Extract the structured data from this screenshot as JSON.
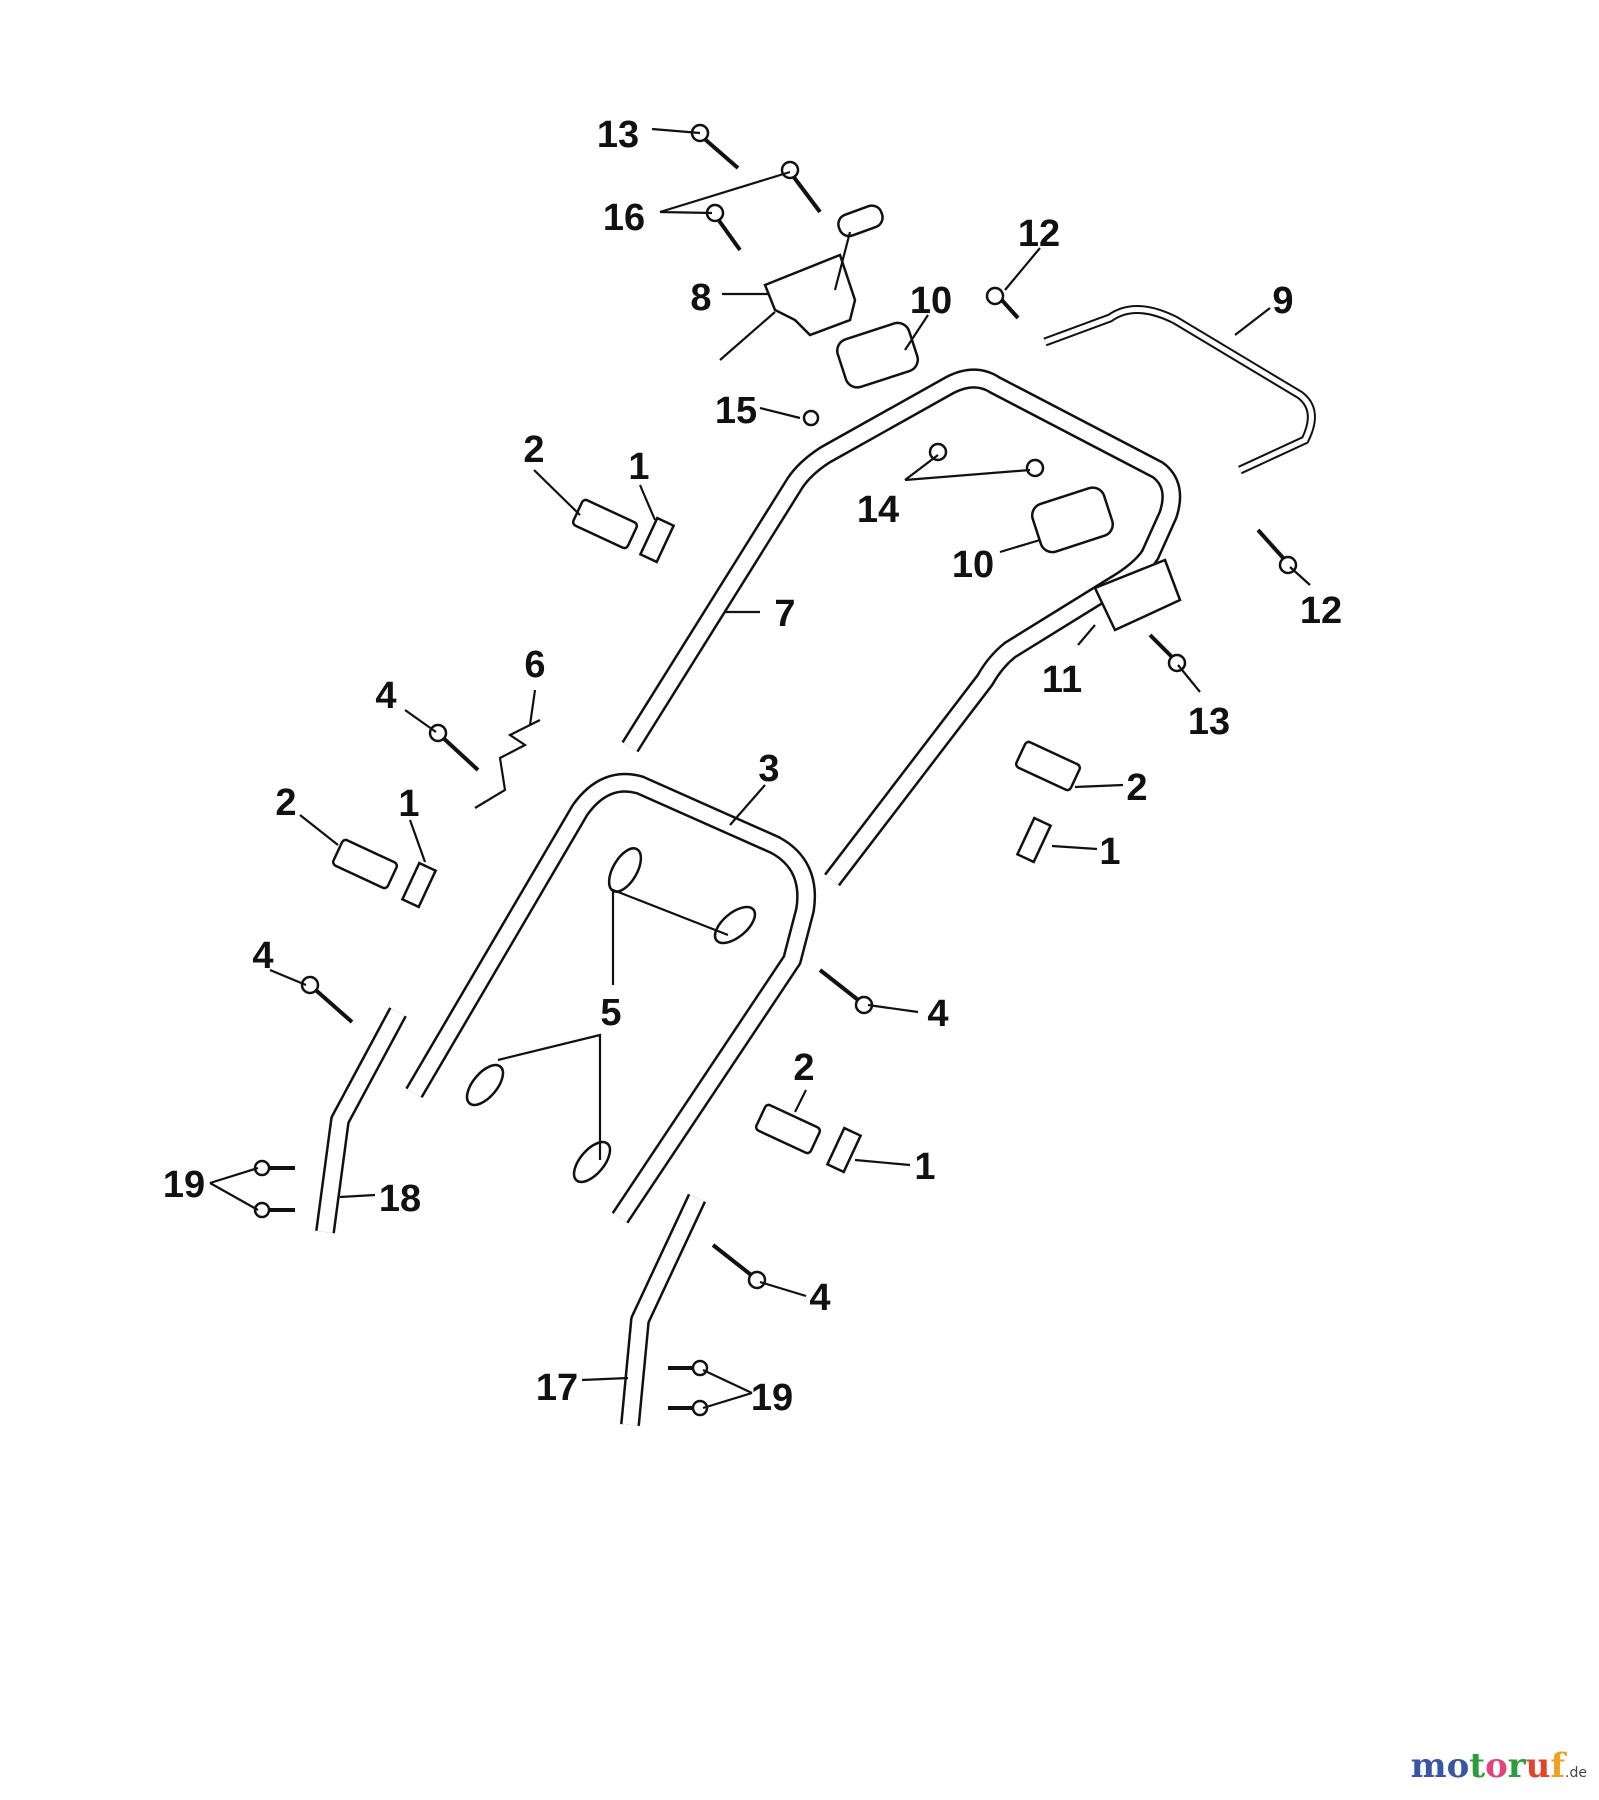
{
  "diagram": {
    "callouts": {
      "c13a": "13",
      "c16": "16",
      "c12a": "12",
      "c9": "9",
      "c8": "8",
      "c10a": "10",
      "c15": "15",
      "c2a": "2",
      "c1a": "1",
      "c14": "14",
      "c10b": "10",
      "c7": "7",
      "c12b": "12",
      "c11": "11",
      "c13b": "13",
      "c6": "6",
      "c4a": "4",
      "c3": "3",
      "c2b": "2",
      "c2c": "2",
      "c1b": "1",
      "c1c": "1",
      "c4b": "4",
      "c5": "5",
      "c4c": "4",
      "c2d": "2",
      "c1d": "1",
      "c19a": "19",
      "c18": "18",
      "c4d": "4",
      "c17": "17",
      "c19b": "19"
    }
  },
  "watermark": {
    "brand": "motoruf",
    "tld": ".de",
    "letter_colors": [
      "#3a55a4",
      "#3a55a4",
      "#2e9b3e",
      "#e0457b",
      "#2e9b3e",
      "#e0452a",
      "#f0a020"
    ]
  }
}
